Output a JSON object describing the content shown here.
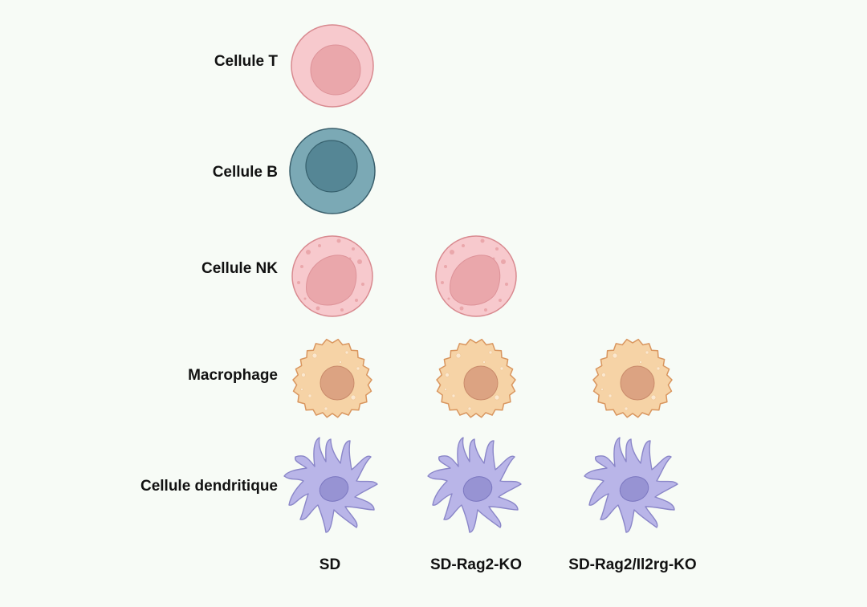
{
  "rows": [
    {
      "label": "Cellule T",
      "type": "t-cell",
      "present": [
        true,
        false,
        false
      ]
    },
    {
      "label": "Cellule B",
      "type": "b-cell",
      "present": [
        true,
        false,
        false
      ]
    },
    {
      "label": "Cellule NK",
      "type": "nk-cell",
      "present": [
        true,
        true,
        false
      ]
    },
    {
      "label": "Macrophage",
      "type": "macrophage",
      "present": [
        true,
        true,
        true
      ]
    },
    {
      "label": "Cellule dendritique",
      "type": "dendritic-cell",
      "present": [
        true,
        true,
        true
      ]
    }
  ],
  "columns": [
    {
      "label": "SD"
    },
    {
      "label": "SD-Rag2-KO"
    },
    {
      "label": "SD-Rag2/Il2rg-KO"
    }
  ],
  "colors": {
    "background": "#f7fbf6",
    "t_cell_body": "#f7c9cd",
    "t_cell_nucleus": "#eaa7ab",
    "b_cell_body": "#7ba9b5",
    "b_cell_nucleus": "#558695",
    "macrophage_body": "#f6d3a6",
    "macrophage_nucleus": "#dca382",
    "dendritic_body": "#b9b5e8",
    "dendritic_nucleus": "#9793d3"
  }
}
